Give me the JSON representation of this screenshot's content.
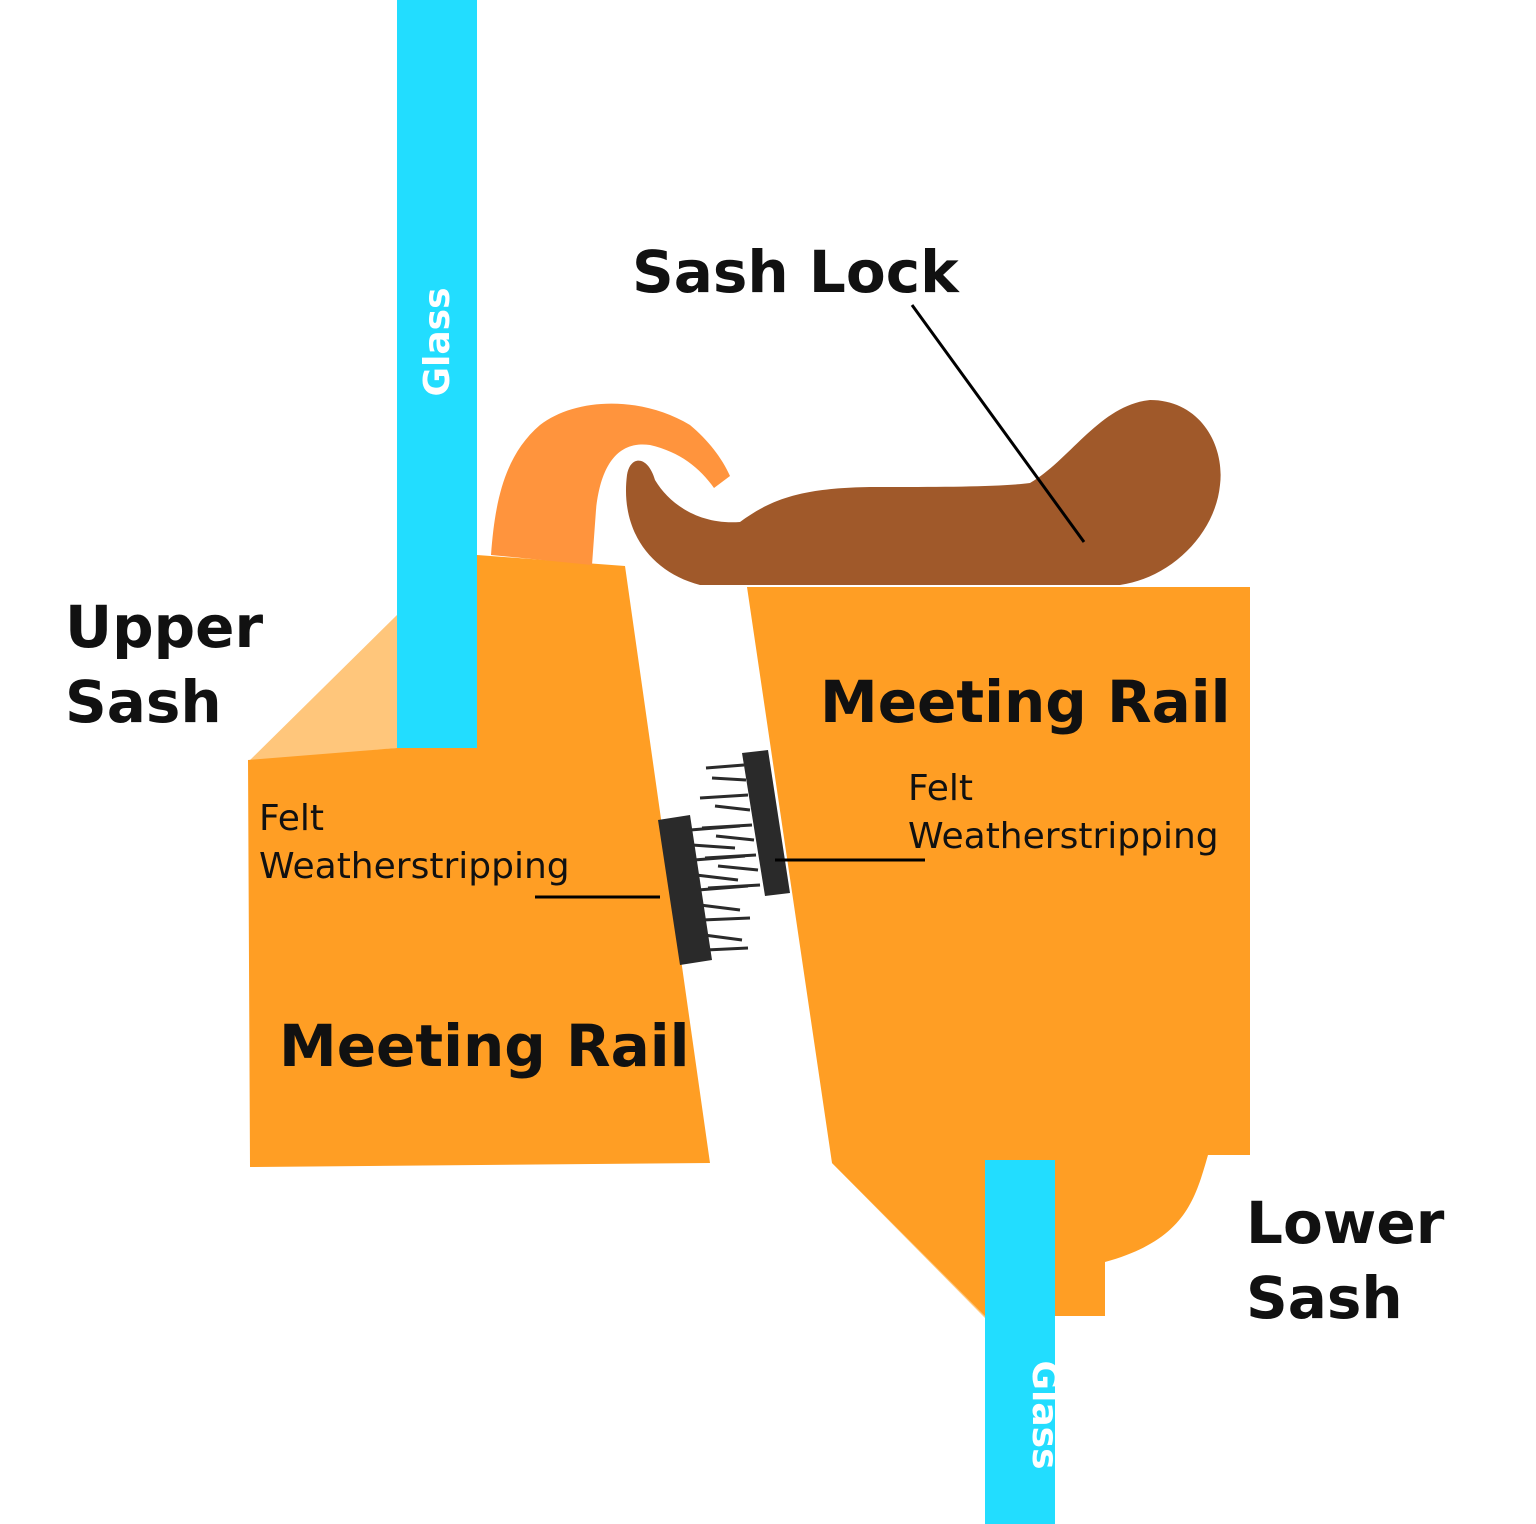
{
  "labels": {
    "sash_lock": "Sash Lock",
    "upper_sash_line1": "Upper",
    "upper_sash_line2": "Sash",
    "lower_sash_line1": "Lower",
    "lower_sash_line2": "Sash",
    "meeting_rail_upper": "Meeting Rail",
    "meeting_rail_lower": "Meeting Rail",
    "felt_left_line1": "Felt",
    "felt_left_line2": "Weatherstripping",
    "felt_right_line1": "Felt",
    "felt_right_line2": "Weatherstripping",
    "glass_top": "Glass",
    "glass_bottom": "Glass"
  },
  "colors": {
    "rail": "#FF9E24",
    "bevel": "#FFC67B",
    "glass": "#22DDFF",
    "lock": "#A0592A",
    "keeper": "#FF943D",
    "felt": "#2A2A2A",
    "leader": "#000000"
  }
}
